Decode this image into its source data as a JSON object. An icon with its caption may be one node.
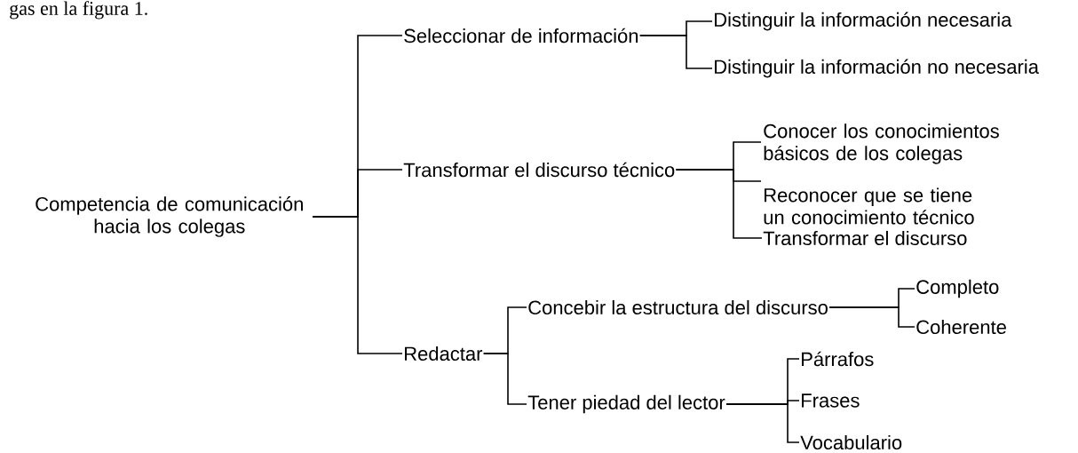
{
  "diagram": {
    "nodes": [
      {
        "text": [
          "Competencia de comunicación hacia los colegas"
        ]
      },
      {
        "text": [
          "Seleccionar de información"
        ]
      },
      {
        "text": [
          "Distinguir la información necesaria"
        ]
      },
      {
        "text": [
          "Distinguir la información no necesaria"
        ]
      },
      {
        "text": [
          "Transformar el discurso técnico"
        ]
      },
      {
        "text": [
          "Conocer los conocimientos básicos de los colegas"
        ]
      },
      {
        "text": [
          "Reconocer que se tiene un conocimiento técnico"
        ]
      },
      {
        "text": [
          "Transformar el discurso"
        ]
      },
      {
        "text": [
          "Redactar"
        ]
      },
      {
        "text": [
          "Concebir la estructura del discurso"
        ]
      },
      {
        "text": [
          "Tener piedad del lector"
        ]
      },
      {
        "text": [
          "Completo"
        ]
      },
      {
        "text": [
          "Coherente"
        ]
      },
      {
        "text": [
          "Párrafos"
        ]
      },
      {
        "text": [
          "Frases"
        ]
      },
      {
        "text": [
          "Vocabulario"
        ]
      }
    ],
    "edges": [
      {
        "from": 0,
        "to": 1,
        "arrow": "none"
      },
      {
        "from": 0,
        "to": 4,
        "arrow": "none"
      },
      {
        "from": 0,
        "to": 8,
        "arrow": "none"
      },
      {
        "from": 1,
        "to": 2,
        "arrow": "none"
      },
      {
        "from": 1,
        "to": 3,
        "arrow": "none"
      },
      {
        "from": 4,
        "to": 5,
        "arrow": "none"
      },
      {
        "from": 4,
        "to": 6,
        "arrow": "none"
      },
      {
        "from": 4,
        "to": 7,
        "arrow": "none"
      },
      {
        "from": 8,
        "to": 9,
        "arrow": "none"
      },
      {
        "from": 8,
        "to": 10,
        "arrow": "none"
      },
      {
        "from": 9,
        "to": 11,
        "arrow": "none"
      },
      {
        "from": 9,
        "to": 12,
        "arrow": "none"
      },
      {
        "from": 10,
        "to": 13,
        "arrow": "none"
      },
      {
        "from": 10,
        "to": 14,
        "arrow": "none"
      },
      {
        "from": 10,
        "to": 15,
        "arrow": "none"
      }
    ],
    "labels": [
      "gas en la figura 1."
    ]
  }
}
